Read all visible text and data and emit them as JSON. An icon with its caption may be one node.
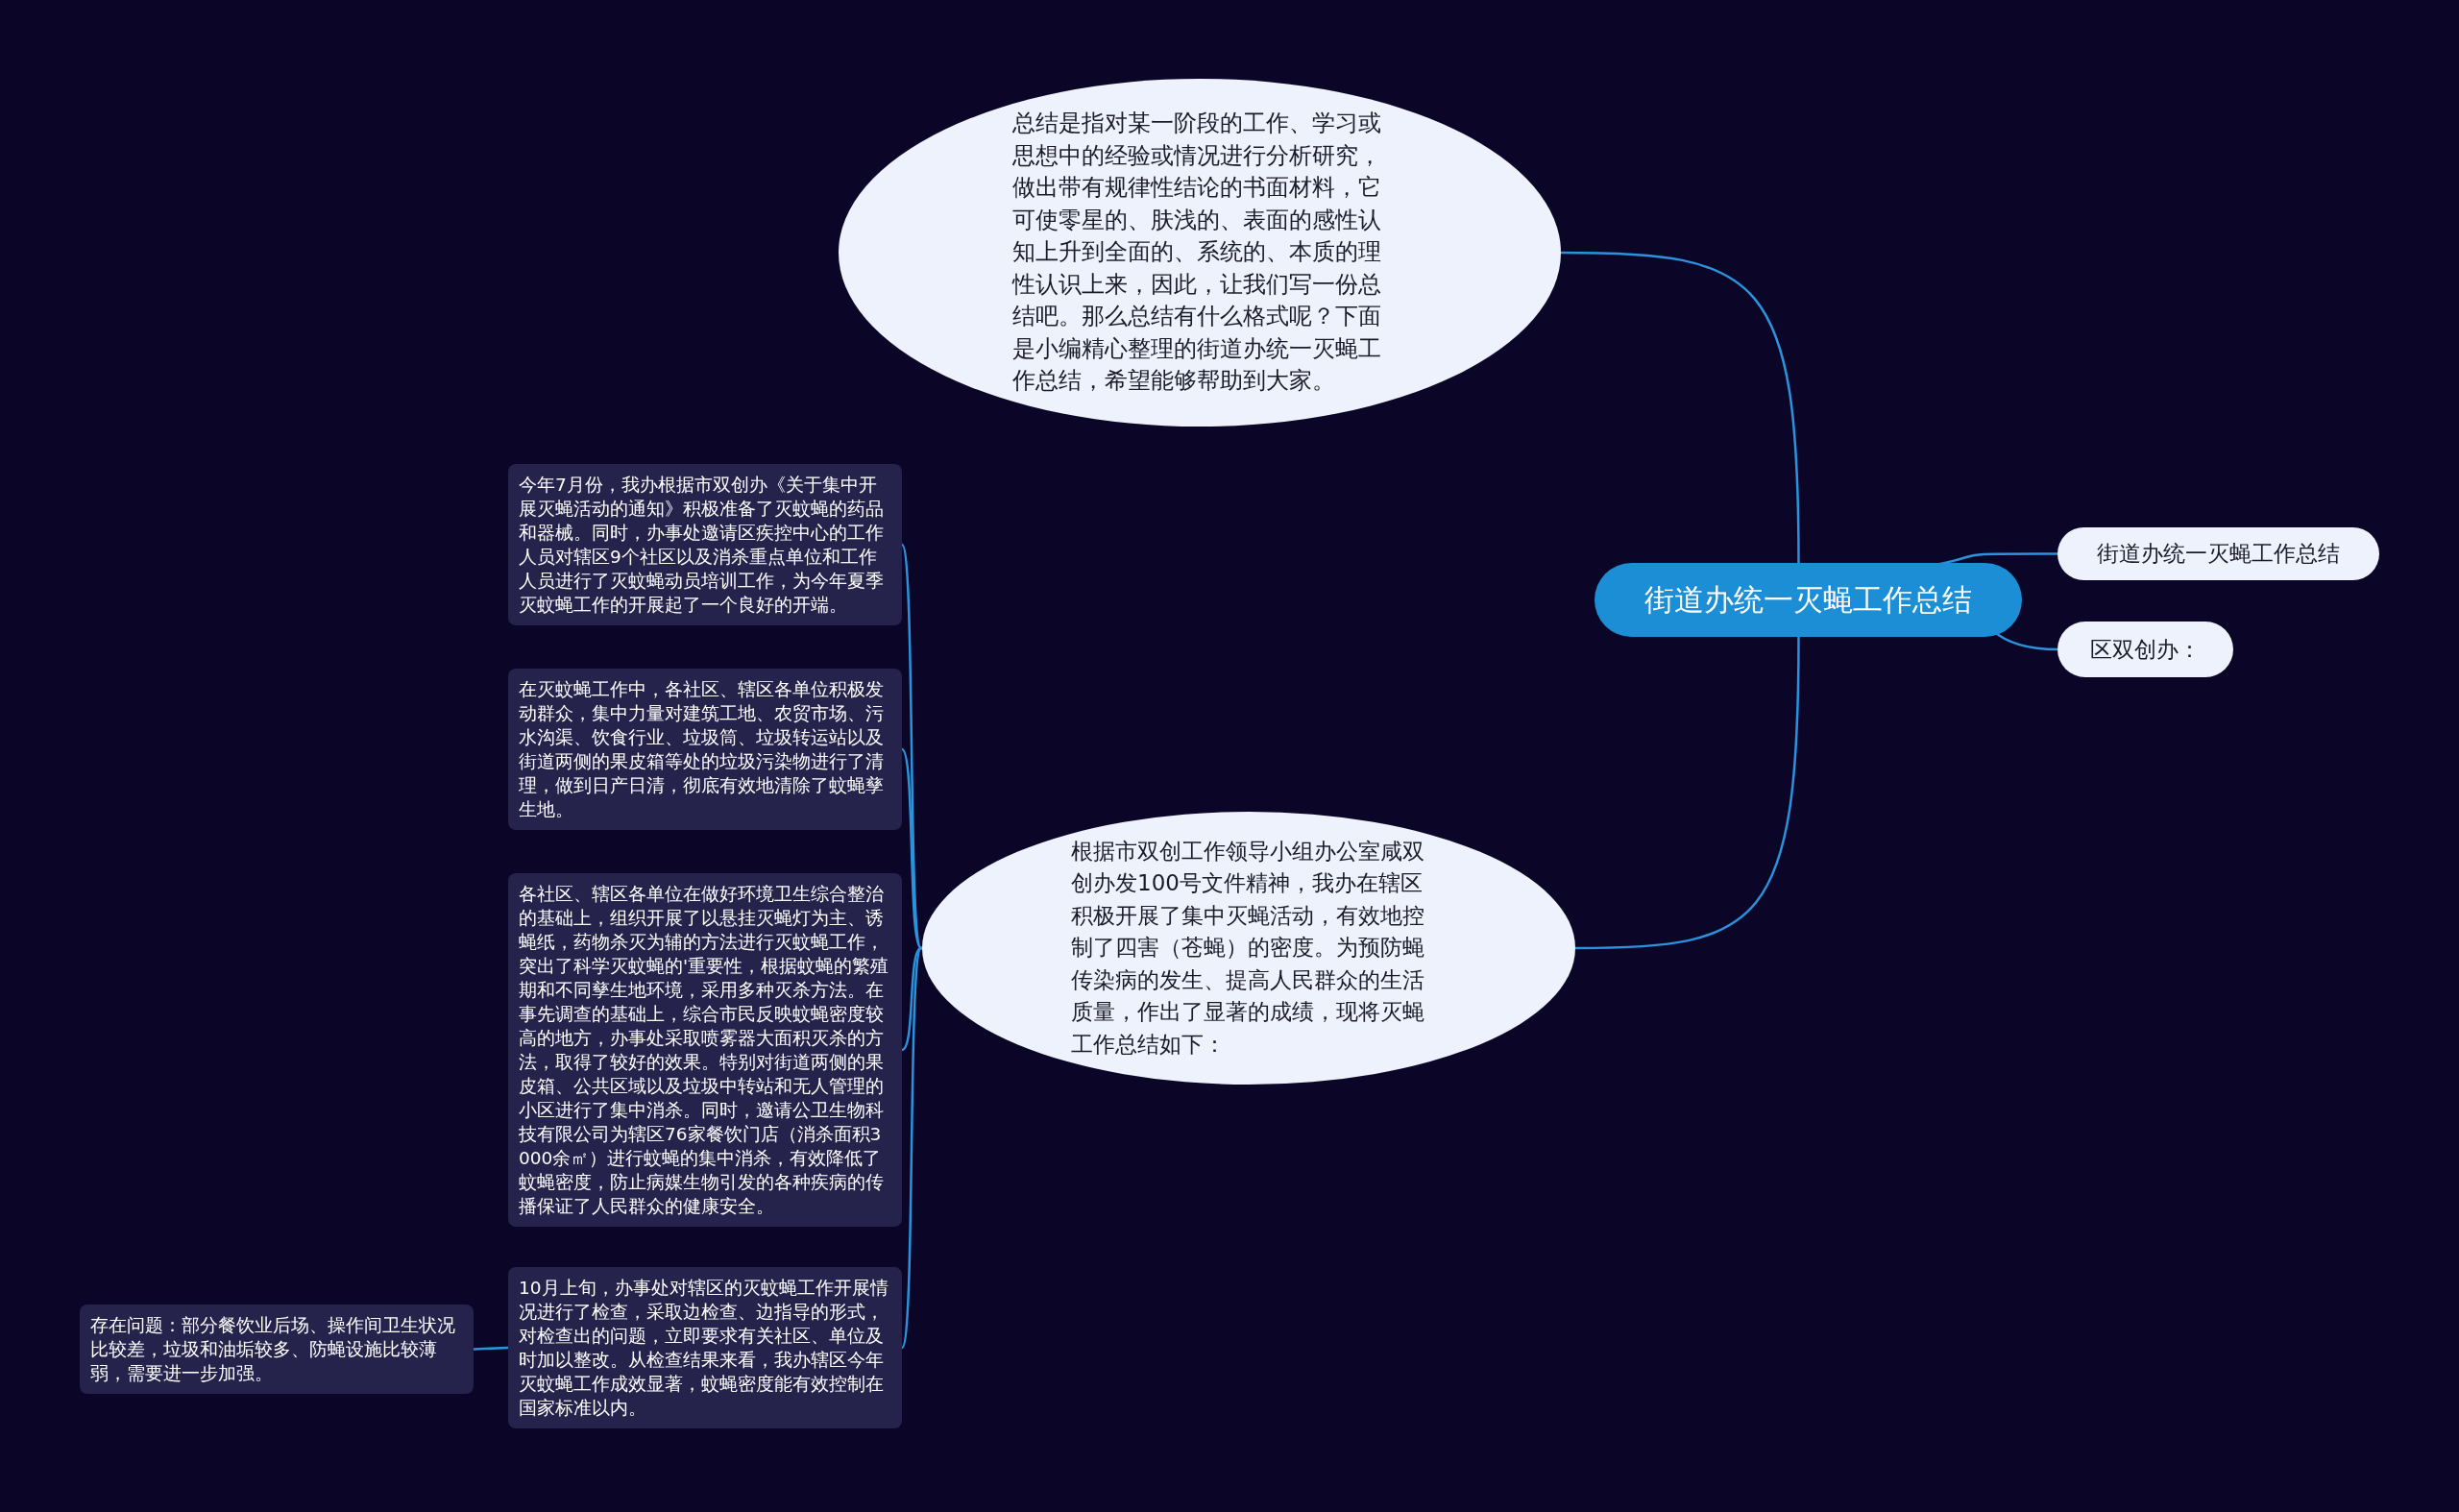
{
  "diagram": {
    "nodes": [
      {
        "text": [
          "街道办统一灭蝇工作总结"
        ]
      },
      {
        "text": [
          "总结是指对某一阶段的工作、学习或思想中的经验或情况进行分析研究，做出带有规律性结论的书面材料，它可使零星的、肤浅的、表面的感性认知上升到全面的、系统的、本质的理性认识上来，因此，让我们写一份总结吧。那么总结有什么格式呢？下面是小编精心整理的街道办统一灭蝇工作总结，希望能够帮助到大家。"
        ]
      },
      {
        "text": [
          "街道办统一灭蝇工作总结"
        ]
      },
      {
        "text": [
          "区双创办："
        ]
      },
      {
        "text": [
          "根据市双创工作领导小组办公室咸双创办发100号文件精神，我办在辖区积极开展了集中灭蝇活动，有效地控制了四害（苍蝇）的密度。为预防蝇传染病的发生、提高人民群众的生活质量，作出了显著的成绩，现将灭蝇工作总结如下："
        ]
      },
      {
        "text": [
          "今年7月份，我办根据市双创办《关于集中开展灭蝇活动的通知》积极准备了灭蚊蝇的药品和器械。同时，办事处邀请区疾控中心的工作人员对辖区9个社区以及消杀重点单位和工作人员进行了灭蚊蝇动员培训工作，为今年夏季灭蚊蝇工作的开展起了一个良好的开端。"
        ]
      },
      {
        "text": [
          "在灭蚊蝇工作中，各社区、辖区各单位积极发动群众，集中力量对建筑工地、农贸市场、污水沟渠、饮食行业、垃圾筒、垃圾转运站以及街道两侧的果皮箱等处的垃圾污染物进行了清理，做到日产日清，彻底有效地清除了蚊蝇孳生地。"
        ]
      },
      {
        "text": [
          "各社区、辖区各单位在做好环境卫生综合整治的基础上，组织开展了以悬挂灭蝇灯为主、诱蝇纸，药物杀灭为辅的方法进行灭蚊蝇工作，突出了科学灭蚊蝇的'重要性，根据蚊蝇的繁殖期和不同孳生地环境，采用多种灭杀方法。在事先调查的基础上，综合市民反映蚊蝇密度较高的地方，办事处采取喷雾器大面积灭杀的方法，取得了较好的效果。特别对街道两侧的果皮箱、公共区域以及垃圾中转站和无人管理的小区进行了集中消杀。同时，邀请公卫生物科技有限公司为辖区76家餐饮门店（消杀面积3000余㎡）进行蚊蝇的集中消杀，有效降低了蚊蝇密度，防止病媒生物引发的各种疾病的传播保证了人民群众的健康安全。"
        ]
      },
      {
        "text": [
          "10月上旬，办事处对辖区的灭蚊蝇工作开展情况进行了检查，采取边检查、边指导的形式，对检查出的问题，立即要求有关社区、单位及时加以整改。从检查结果来看，我办辖区今年灭蚊蝇工作成效显著，蚊蝇密度能有效控制在国家标准以内。"
        ]
      },
      {
        "text": [
          "存在问题：部分餐饮业后场、操作间卫生状况比较差，垃圾和油垢较多、防蝇设施比较薄弱，需要进一步加强。"
        ]
      }
    ],
    "edges": [
      {
        "from": 0,
        "to": 1,
        "arrow": "none"
      },
      {
        "from": 0,
        "to": 2,
        "arrow": "none"
      },
      {
        "from": 0,
        "to": 3,
        "arrow": "none"
      },
      {
        "from": 0,
        "to": 4,
        "arrow": "none"
      },
      {
        "from": 4,
        "to": 5,
        "arrow": "none"
      },
      {
        "from": 4,
        "to": 6,
        "arrow": "none"
      },
      {
        "from": 4,
        "to": 7,
        "arrow": "none"
      },
      {
        "from": 4,
        "to": 8,
        "arrow": "none"
      },
      {
        "from": 8,
        "to": 9,
        "arrow": "none"
      }
    ]
  }
}
